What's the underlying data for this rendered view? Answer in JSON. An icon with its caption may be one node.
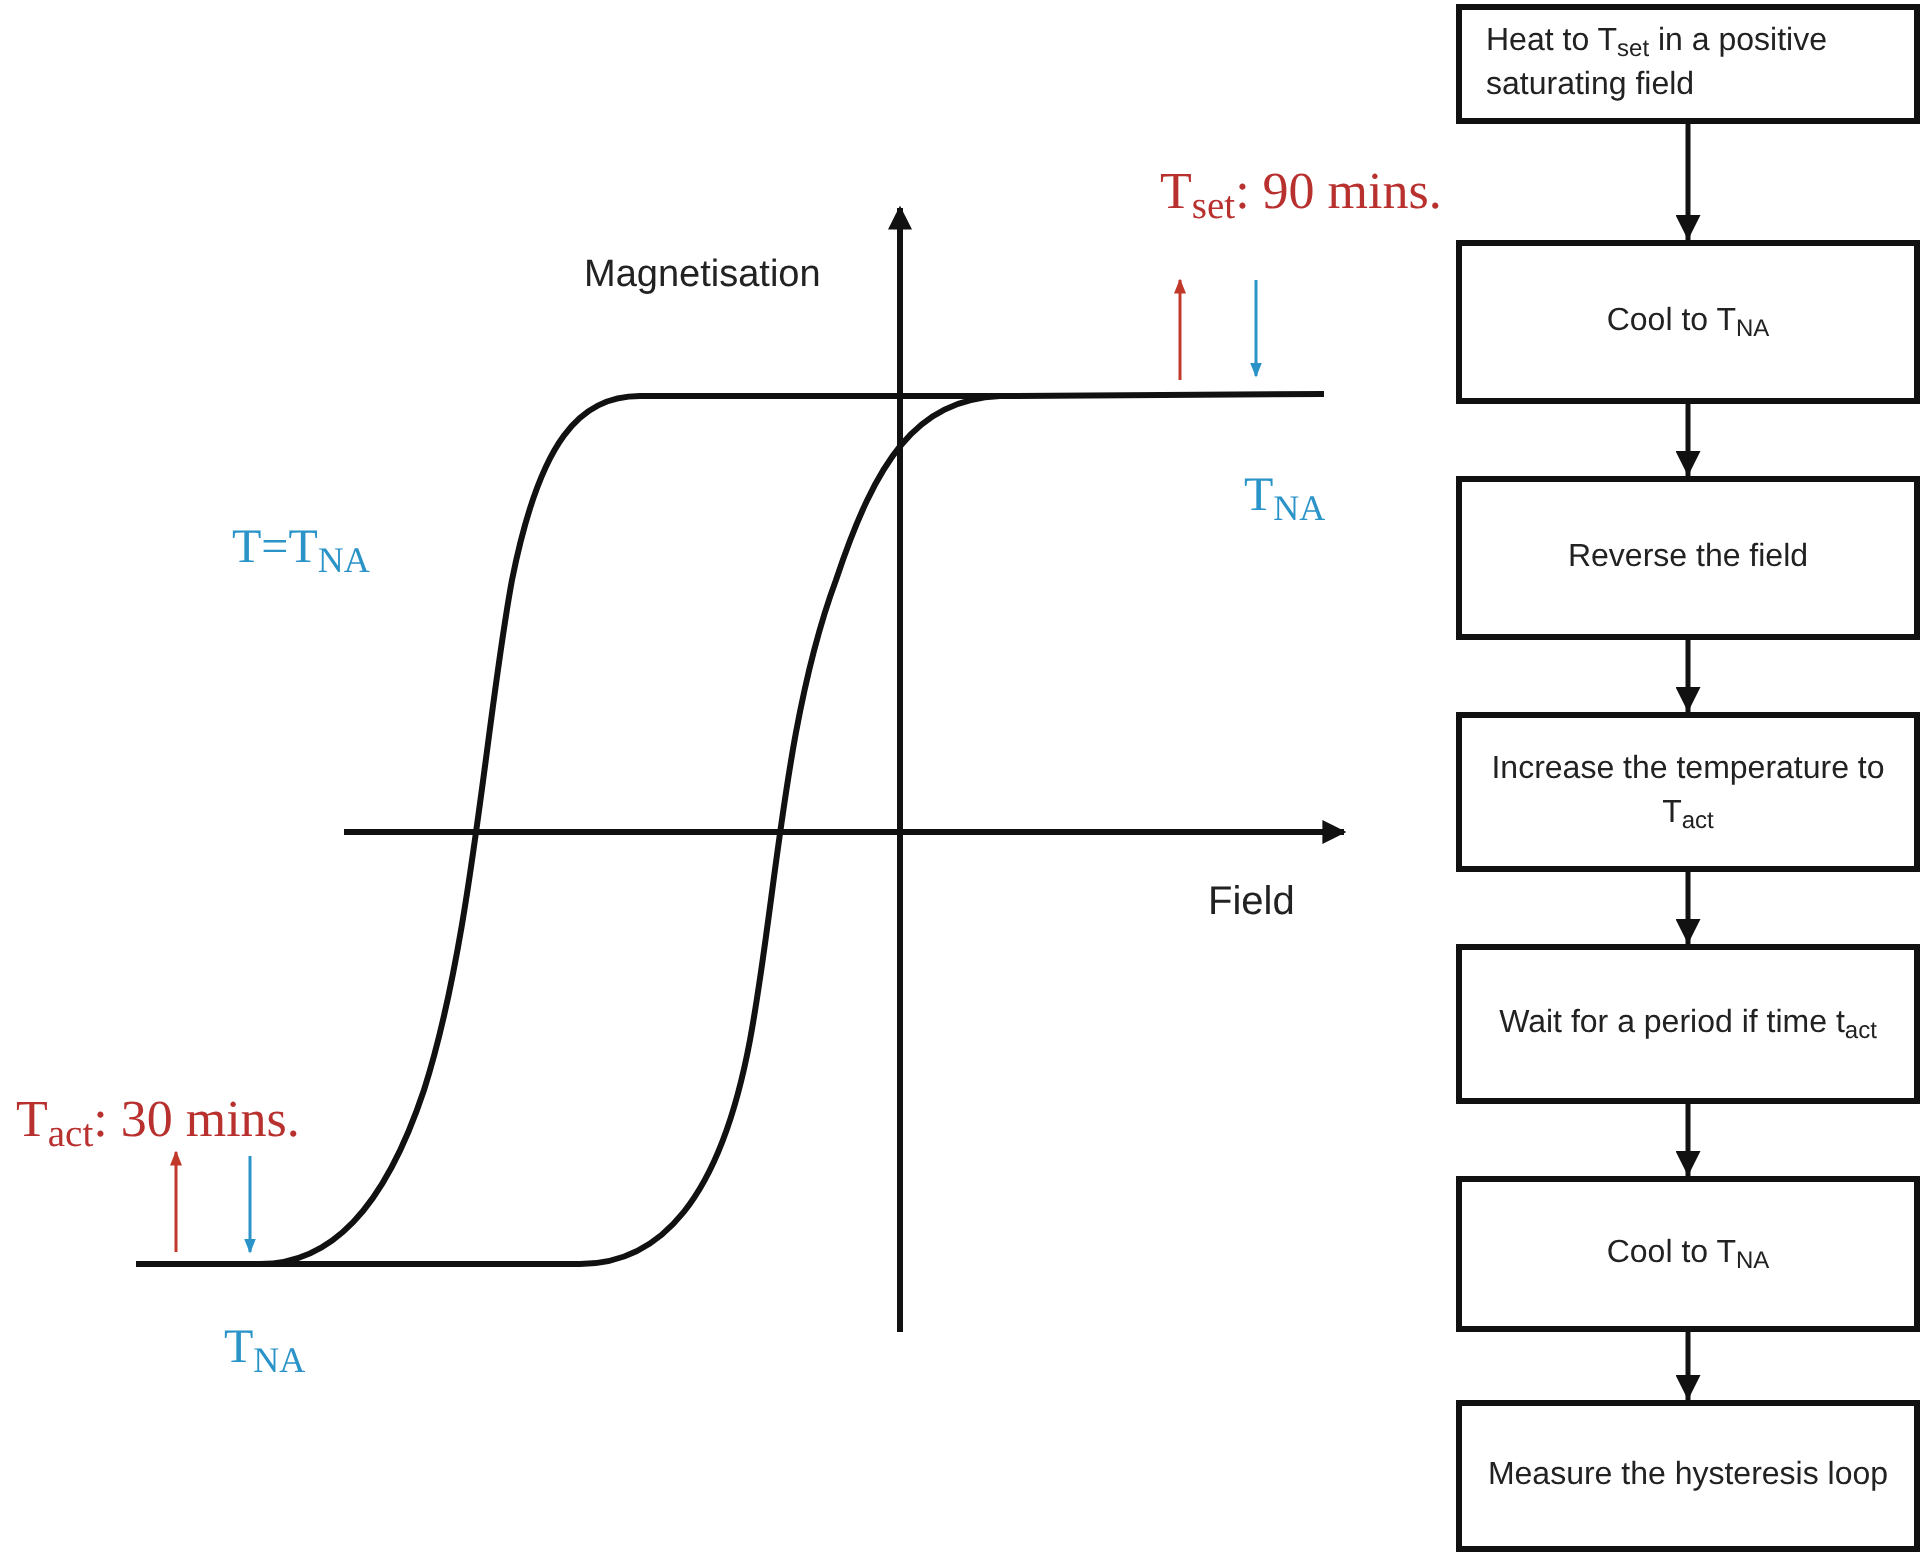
{
  "diagram": {
    "nodes": [
      {
        "text": [
          "Heat to T$_{set}$ in a positive saturating field"
        ]
      },
      {
        "text": [
          "Cool to T$_{NA}$"
        ]
      },
      {
        "text": [
          "Reverse the field"
        ]
      },
      {
        "text": [
          "Increase the temperature to T$_{act}$"
        ]
      },
      {
        "text": [
          "Wait for a period if time t$_{act}$"
        ]
      },
      {
        "text": [
          "Cool to T$_{NA}$"
        ]
      },
      {
        "text": [
          "Measure the hysteresis loop"
        ]
      }
    ],
    "edges": [
      {
        "from": 0,
        "to": 1,
        "arrow": "to"
      },
      {
        "from": 1,
        "to": 2,
        "arrow": "to"
      },
      {
        "from": 2,
        "to": 3,
        "arrow": "to"
      },
      {
        "from": 3,
        "to": 4,
        "arrow": "to"
      },
      {
        "from": 4,
        "to": 5,
        "arrow": "to"
      },
      {
        "from": 5,
        "to": 6,
        "arrow": "to"
      }
    ],
    "labels": [
      "T$_{set}$: 90 mins.",
      "Magnetisation",
      "T$_{NA}$",
      "T=T$_{NA}$",
      "Field",
      "T$_{act}$: 30 mins.",
      "T$_{NA}$"
    ]
  }
}
